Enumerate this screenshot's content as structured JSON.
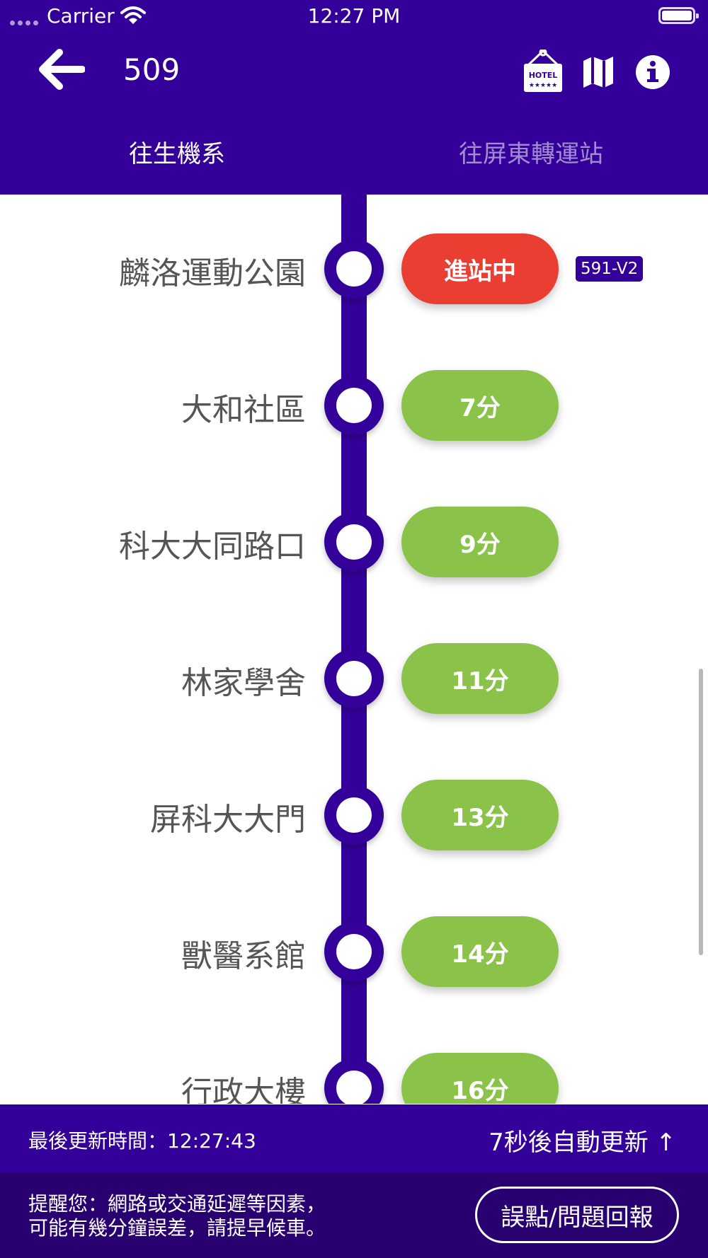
{
  "status_bar": {
    "carrier": "Carrier",
    "time": "12:27 PM"
  },
  "header": {
    "route_number": "509",
    "icons": {
      "back": "arrow-left-icon",
      "hotel": "hotel-icon",
      "map": "map-icon",
      "info": "info-icon"
    },
    "hotel_sign_text": "HOTEL",
    "hotel_sign_stars": "★★★★★"
  },
  "tabs": [
    {
      "label": "往生機系",
      "selected": true
    },
    {
      "label": "往屏東轉運站",
      "selected": false
    }
  ],
  "stops": [
    {
      "name": "麟洛運動公園",
      "eta": "進站中",
      "status": "arriving",
      "bus_plate": "591-V2"
    },
    {
      "name": "大和社區",
      "eta": "7分",
      "status": "minutes"
    },
    {
      "name": "科大大同路口",
      "eta": "9分",
      "status": "minutes"
    },
    {
      "name": "林家學舍",
      "eta": "11分",
      "status": "minutes"
    },
    {
      "name": "屏科大大門",
      "eta": "13分",
      "status": "minutes"
    },
    {
      "name": "獸醫系館",
      "eta": "14分",
      "status": "minutes"
    },
    {
      "name": "行政大樓",
      "eta": "16分",
      "status": "minutes"
    }
  ],
  "footer": {
    "last_update": "最後更新時間：12:27:43",
    "auto_refresh": "7秒後自動更新 ↑",
    "reminder_line1": "提醒您：網路或交通延遲等因素，",
    "reminder_line2": "可能有幾分鐘誤差，請提早候車。",
    "report_button": "誤點/問題回報"
  },
  "colors": {
    "primary": "#33009a",
    "arriving": "#ea3e33",
    "eta": "#8bc34a"
  }
}
